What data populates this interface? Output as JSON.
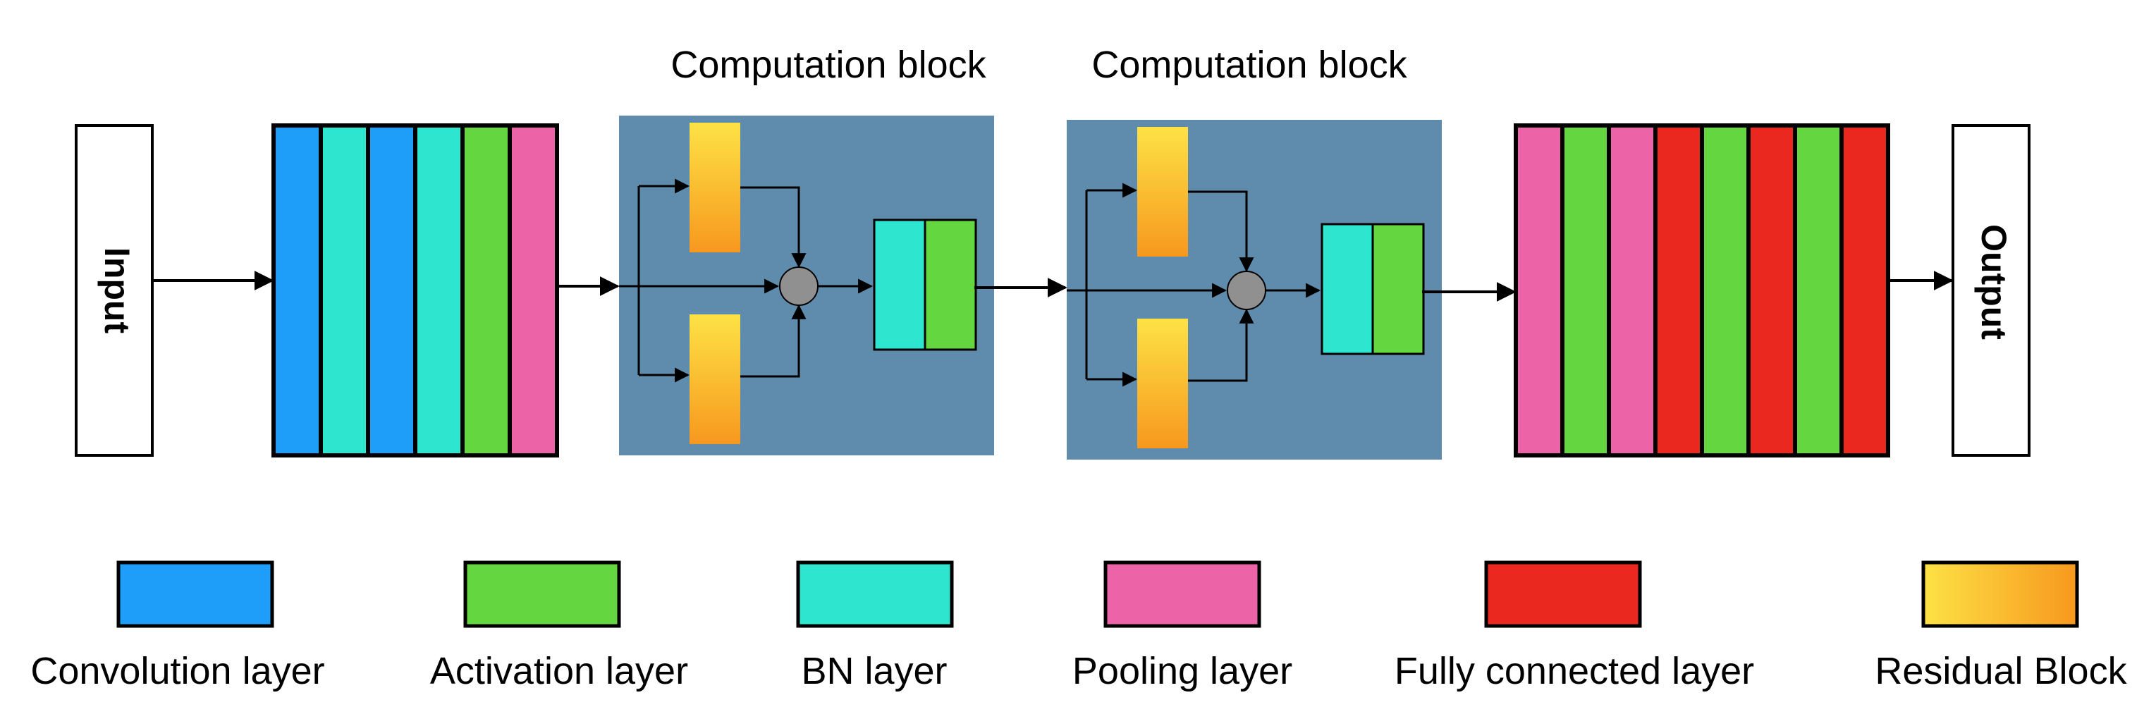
{
  "blocks": {
    "input_label": "Input",
    "output_label": "Output",
    "comp_block_1_title": "Computation block",
    "comp_block_2_title": "Computation block"
  },
  "colors": {
    "convolution": "#1e9ef8",
    "activation": "#64d63f",
    "bn": "#2ee5cf",
    "pooling": "#ec63a8",
    "fully_connected": "#ea2820",
    "residual_top": "#fde245",
    "residual_bottom": "#f7981e",
    "block_bg": "#5f8cad",
    "node": "#909090"
  },
  "stacks": {
    "input_stack": [
      "convolution",
      "bn",
      "convolution",
      "bn",
      "activation",
      "pooling"
    ],
    "output_stack": [
      "pooling",
      "activation",
      "pooling",
      "fully_connected",
      "activation",
      "fully_connected",
      "activation",
      "fully_connected"
    ],
    "block_tail": [
      "bn",
      "activation"
    ]
  },
  "legend": [
    {
      "key": "convolution",
      "label": "Convolution layer",
      "icon": "swatch"
    },
    {
      "key": "activation",
      "label": "Activation layer",
      "icon": "swatch"
    },
    {
      "key": "bn",
      "label": "BN layer",
      "icon": "swatch"
    },
    {
      "key": "pooling",
      "label": "Pooling layer",
      "icon": "swatch"
    },
    {
      "key": "fully_connected",
      "label": "Fully connected layer",
      "icon": "swatch"
    },
    {
      "key": "residual",
      "label": "Residual Block",
      "icon": "gradient-swatch"
    }
  ]
}
